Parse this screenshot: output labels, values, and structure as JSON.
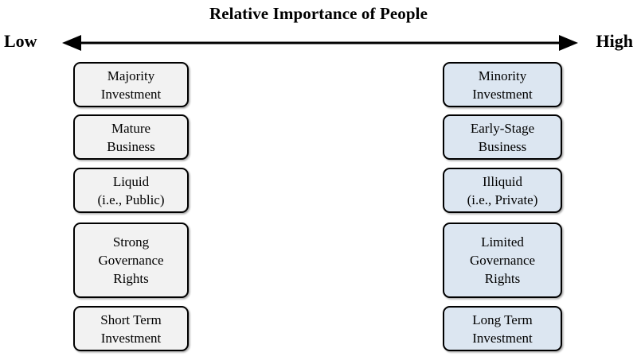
{
  "diagram": {
    "title": "Relative Importance of People",
    "axis": {
      "left_label": "Low",
      "right_label": "High",
      "arrow_icon": "double-headed-horizontal-arrow-icon"
    },
    "colors": {
      "left_box_fill": "#f2f2f2",
      "right_box_fill": "#dce6f1",
      "box_border": "#000000",
      "text": "#000000",
      "background": "#ffffff"
    },
    "columns": [
      {
        "side": "left",
        "importance": "Low",
        "fill": "#f2f2f2",
        "items": [
          {
            "line1": "Majority",
            "line2": "Investment",
            "line3": "",
            "text": "Majority\nInvestment"
          },
          {
            "line1": "Mature",
            "line2": "Business",
            "line3": "",
            "text": "Mature\nBusiness"
          },
          {
            "line1": "Liquid",
            "line2": "(i.e., Public)",
            "line3": "",
            "text": "Liquid\n(i.e., Public)"
          },
          {
            "line1": "Strong",
            "line2": "Governance",
            "line3": "Rights",
            "text": "Strong\nGovernance\nRights"
          },
          {
            "line1": "Short Term",
            "line2": "Investment",
            "line3": "",
            "text": "Short Term\nInvestment"
          }
        ]
      },
      {
        "side": "right",
        "importance": "High",
        "fill": "#dce6f1",
        "items": [
          {
            "line1": "Minority",
            "line2": "Investment",
            "line3": "",
            "text": "Minority\nInvestment"
          },
          {
            "line1": "Early-Stage",
            "line2": "Business",
            "line3": "",
            "text": "Early-Stage\nBusiness"
          },
          {
            "line1": "Illiquid",
            "line2": "(i.e., Private)",
            "line3": "",
            "text": "Illiquid\n(i.e., Private)"
          },
          {
            "line1": "Limited",
            "line2": "Governance",
            "line3": "Rights",
            "text": "Limited\nGovernance\nRights"
          },
          {
            "line1": "Long Term",
            "line2": "Investment",
            "line3": "",
            "text": "Long Term\nInvestment"
          }
        ]
      }
    ]
  }
}
